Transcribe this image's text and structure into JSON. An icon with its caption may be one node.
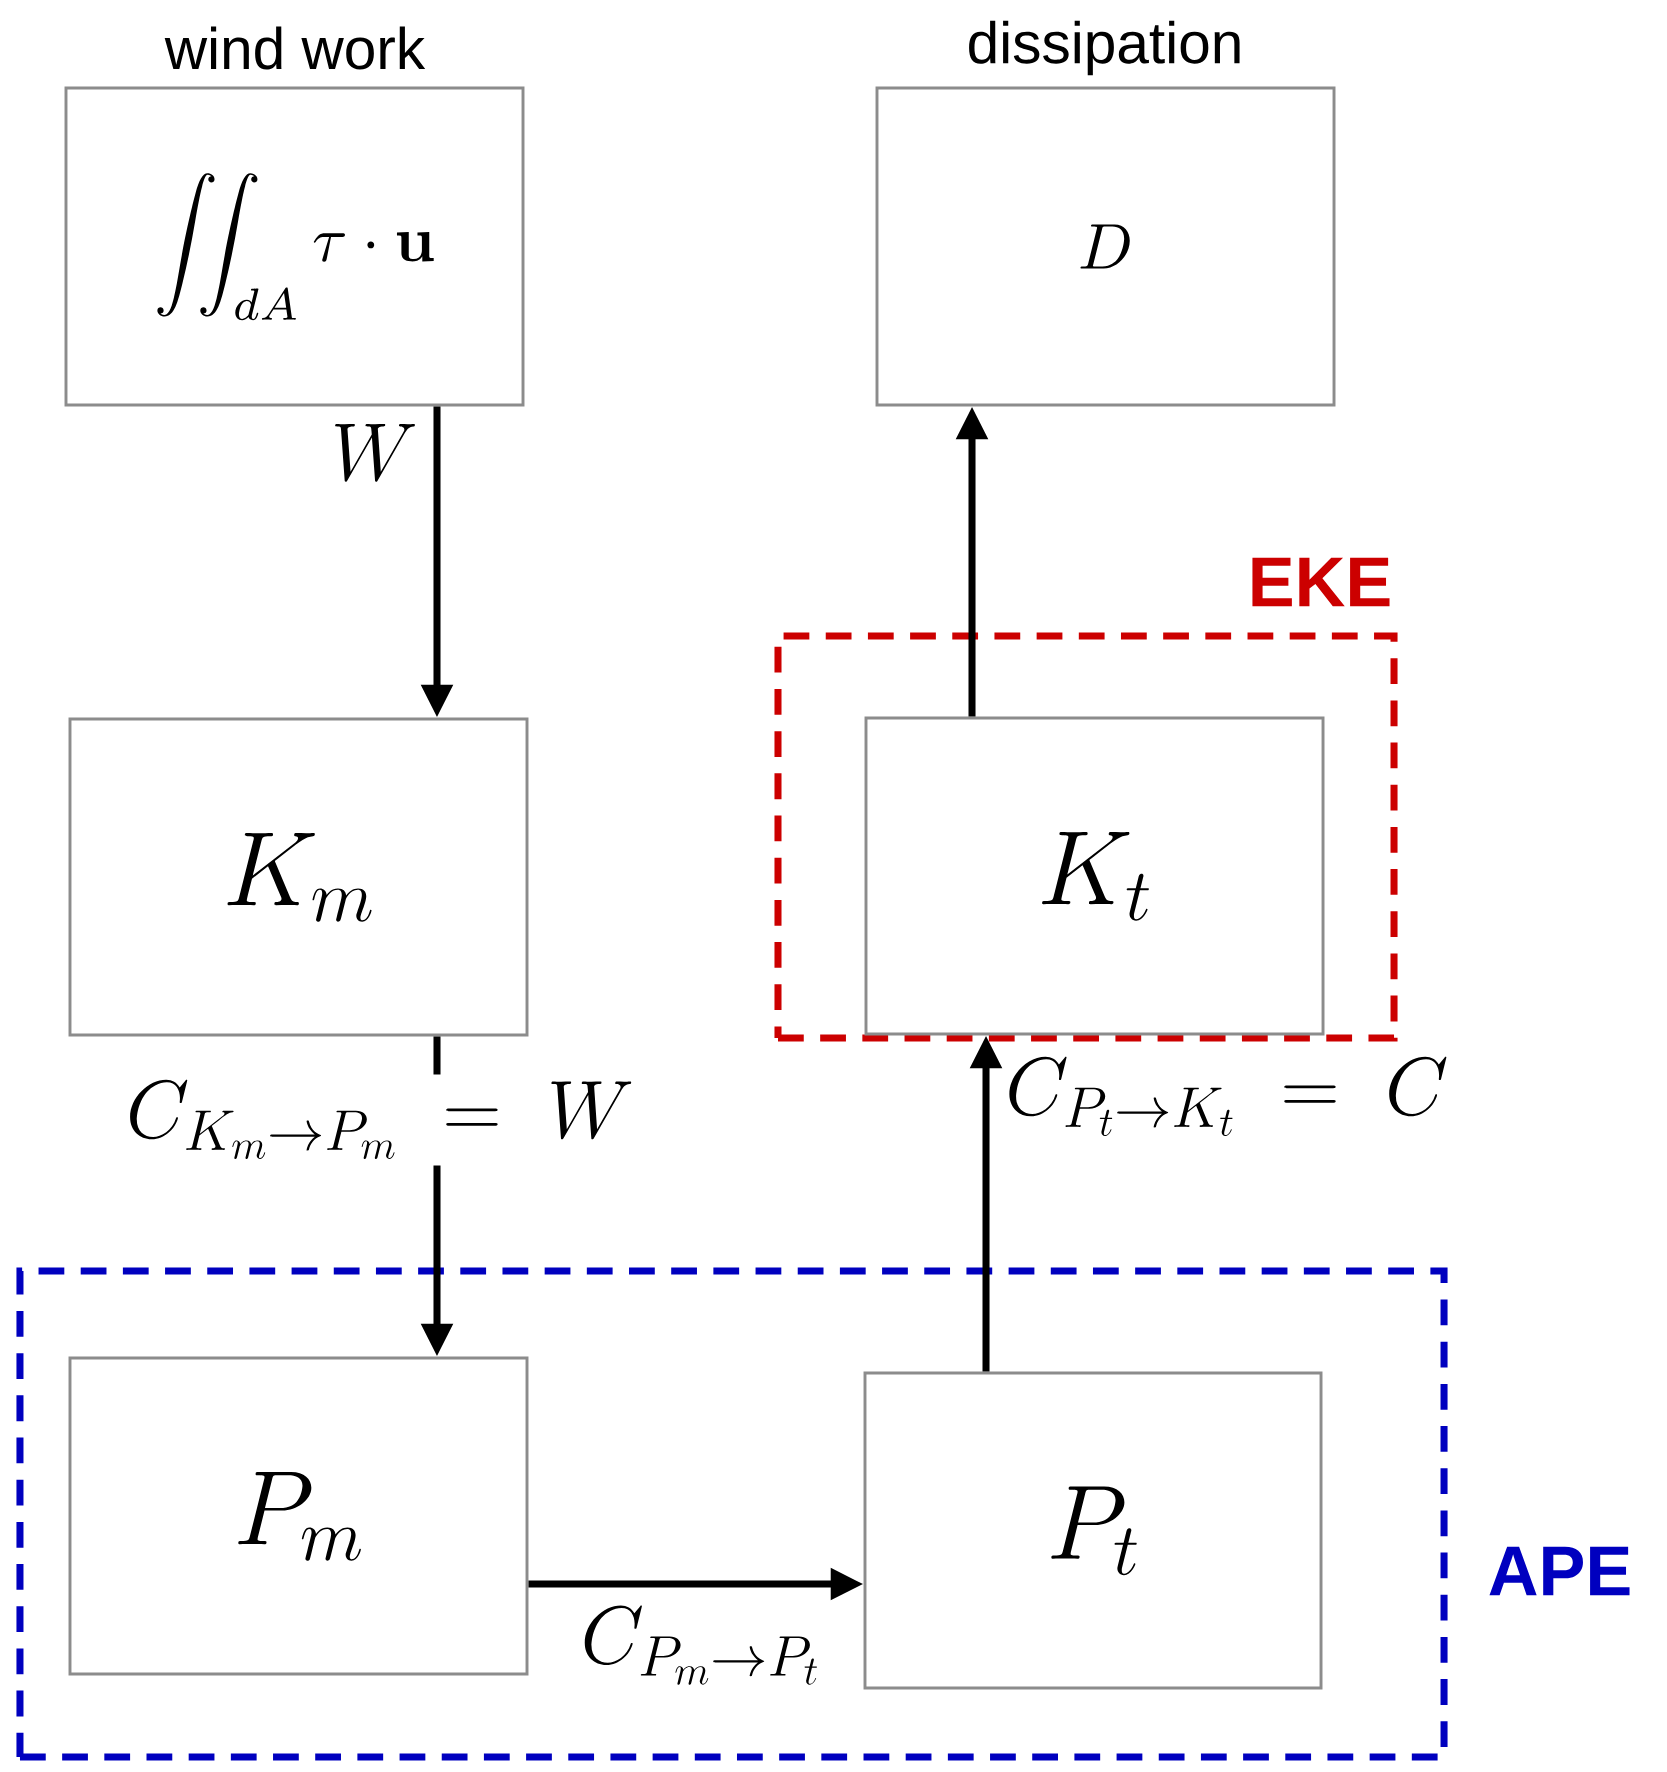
{
  "diagram": {
    "nodes": [
      {
        "text": [
          "wind work",
          "\\iint_{dA} \\tau \\cdot \\mathbf{u}"
        ]
      },
      {
        "text": [
          "dissipation",
          "D"
        ]
      },
      {
        "text": [
          "EKE"
        ]
      },
      {
        "text": [
          "K_t"
        ],
        "in": 2
      },
      {
        "text": [
          "K_m"
        ]
      },
      {
        "text": [
          "APE"
        ]
      },
      {
        "text": [
          "P_m"
        ],
        "in": 5
      },
      {
        "text": [
          "P_t"
        ],
        "in": 5
      }
    ],
    "edges": [
      {
        "from": 0,
        "to": 4,
        "arrow": "to",
        "label": "W"
      },
      {
        "from": 4,
        "to": 6,
        "arrow": "to",
        "label": "C_{K_m \\to P_m} \\;=\\; W"
      },
      {
        "from": 6,
        "to": 7,
        "arrow": "to",
        "label": "C_{P_m \\to P_t}"
      },
      {
        "from": 7,
        "to": 3,
        "arrow": "to",
        "label": "C_{P_t \\to K_t} \\;=\\; C"
      },
      {
        "from": 3,
        "to": 1,
        "arrow": "to"
      }
    ]
  }
}
